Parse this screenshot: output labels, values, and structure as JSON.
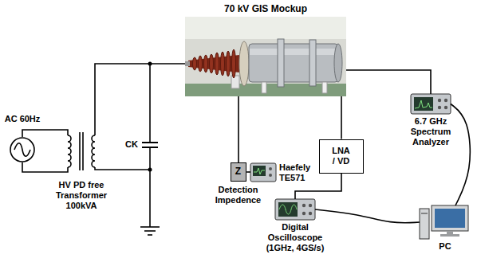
{
  "diagram": {
    "nodes": [
      {
        "text": [
          "70 kV GIS Mockup"
        ]
      },
      {
        "text": [
          "AC 60Hz"
        ]
      },
      {
        "text": [
          "HV PD free Transformer 100kVA"
        ]
      },
      {
        "text": [
          "Z",
          "Detection Impedence"
        ]
      },
      {
        "text": [
          "Haefely TE571"
        ]
      },
      {
        "text": [
          "LNA / VD"
        ]
      },
      {
        "text": [
          "6.7 GHz Spectrum Analyzer"
        ]
      },
      {
        "text": [
          "Digital Oscilloscope (1GHz, 4GS/s)"
        ]
      },
      {
        "text": [
          "PC"
        ]
      }
    ],
    "edges": [
      {
        "from": 1,
        "to": 2,
        "arrow": "none"
      },
      {
        "from": 2,
        "to": 0,
        "arrow": "none"
      },
      {
        "from": 0,
        "to": 3,
        "arrow": "none"
      },
      {
        "from": 3,
        "to": 4,
        "arrow": "none"
      },
      {
        "from": 0,
        "to": 5,
        "arrow": "none"
      },
      {
        "from": 0,
        "to": 6,
        "arrow": "none"
      },
      {
        "from": 5,
        "to": 7,
        "arrow": "none"
      },
      {
        "from": 7,
        "to": 8,
        "arrow": "none"
      },
      {
        "from": 6,
        "to": 8,
        "arrow": "none"
      }
    ],
    "labels": [
      "CK"
    ]
  }
}
